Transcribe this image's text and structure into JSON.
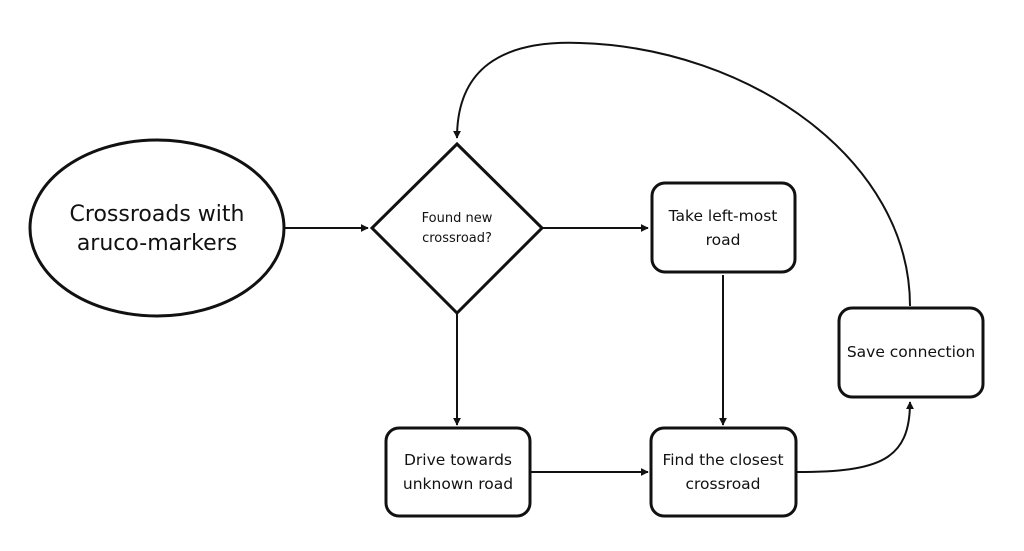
{
  "diagram": {
    "nodes": {
      "start": {
        "line1": "Crossroads with",
        "line2": "aruco-markers"
      },
      "decision": {
        "line1": "Found new",
        "line2": "crossroad?"
      },
      "left_road": {
        "line1": "Take left-most",
        "line2": "road"
      },
      "drive": {
        "line1": "Drive towards",
        "line2": "unknown road"
      },
      "closest": {
        "line1": "Find the closest",
        "line2": "crossroad"
      },
      "save": {
        "line1": "Save connection"
      }
    }
  }
}
